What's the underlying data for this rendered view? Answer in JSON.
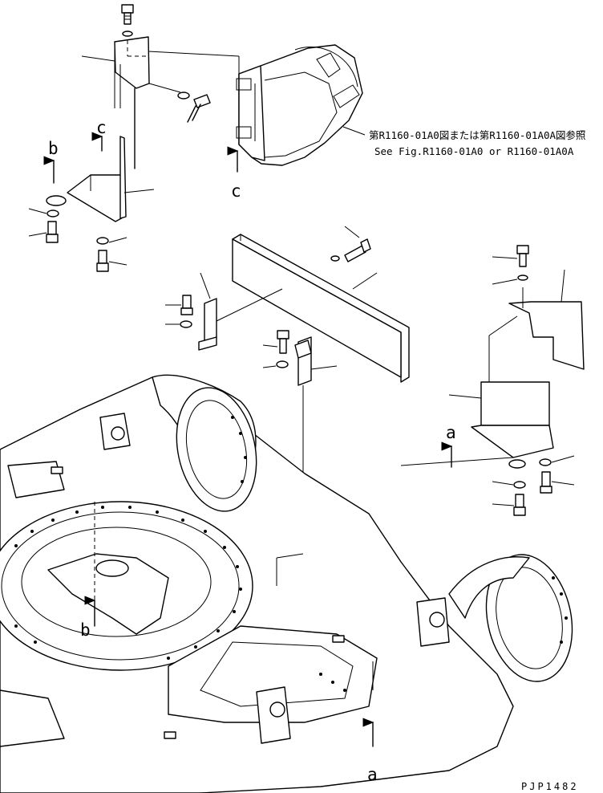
{
  "reference_note": {
    "line_jp": "第R1160-01A0図または第R1160-01A0A図参照",
    "line_en": "See Fig.R1160-01A0 or R1160-01A0A"
  },
  "view_labels": {
    "c_upper": "c",
    "c_lower": "c",
    "b_upper": "b",
    "b_lower": "b",
    "a_upper": "a",
    "a_lower": "a"
  },
  "drawing_code": "PJP1482"
}
